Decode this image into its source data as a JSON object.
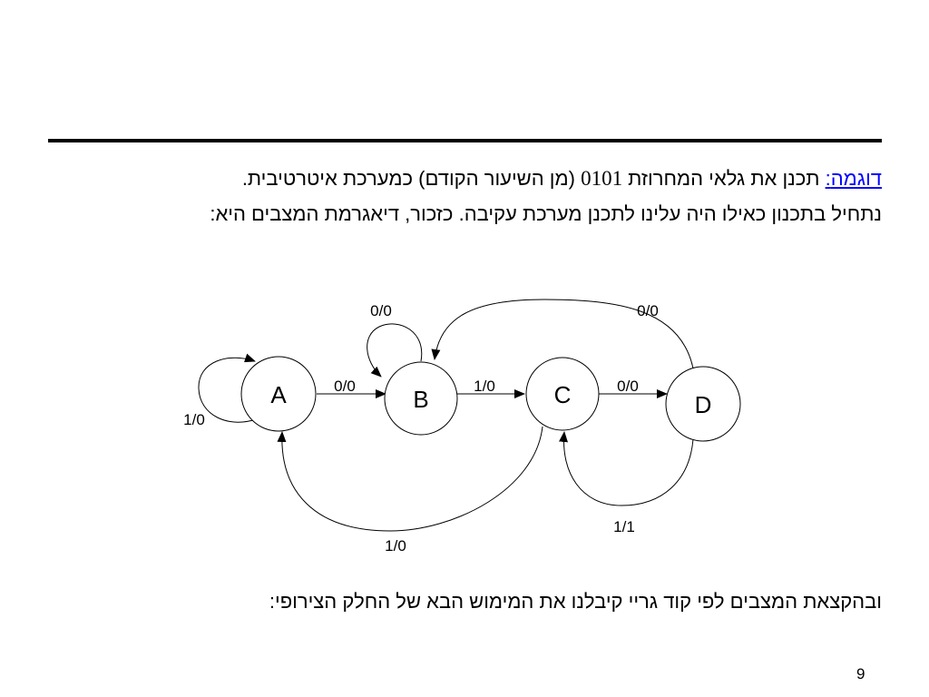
{
  "slide": {
    "line1": {
      "keyword": "דוגמה",
      "colon": ":",
      "before_num": " תכנן את גלאי המחרוזת ",
      "number": "0101",
      "after_num": " (מן השיעור הקודם) כמערכת איטרטיבית."
    },
    "line2": "נתחיל בתכנון כאילו היה עלינו לתכנן מערכת עקיבה. כזכור, דיאגרמת המצבים היא:",
    "line3": "ובהקצאת המצבים לפי קוד גריי קיבלנו את המימוש הבא של החלק הצירופי:",
    "page_number": "9"
  },
  "diagram": {
    "states": [
      "A",
      "B",
      "C",
      "D"
    ],
    "edges": [
      {
        "from": "A",
        "to": "A",
        "label": "1/0"
      },
      {
        "from": "A",
        "to": "B",
        "label": "0/0"
      },
      {
        "from": "B",
        "to": "B",
        "label": "0/0"
      },
      {
        "from": "B",
        "to": "C",
        "label": "1/0"
      },
      {
        "from": "C",
        "to": "D",
        "label": "0/0"
      },
      {
        "from": "D",
        "to": "B",
        "label": "0/0"
      },
      {
        "from": "C",
        "to": "A",
        "label": "1/0"
      },
      {
        "from": "D",
        "to": "C",
        "label": "1/1"
      }
    ]
  }
}
